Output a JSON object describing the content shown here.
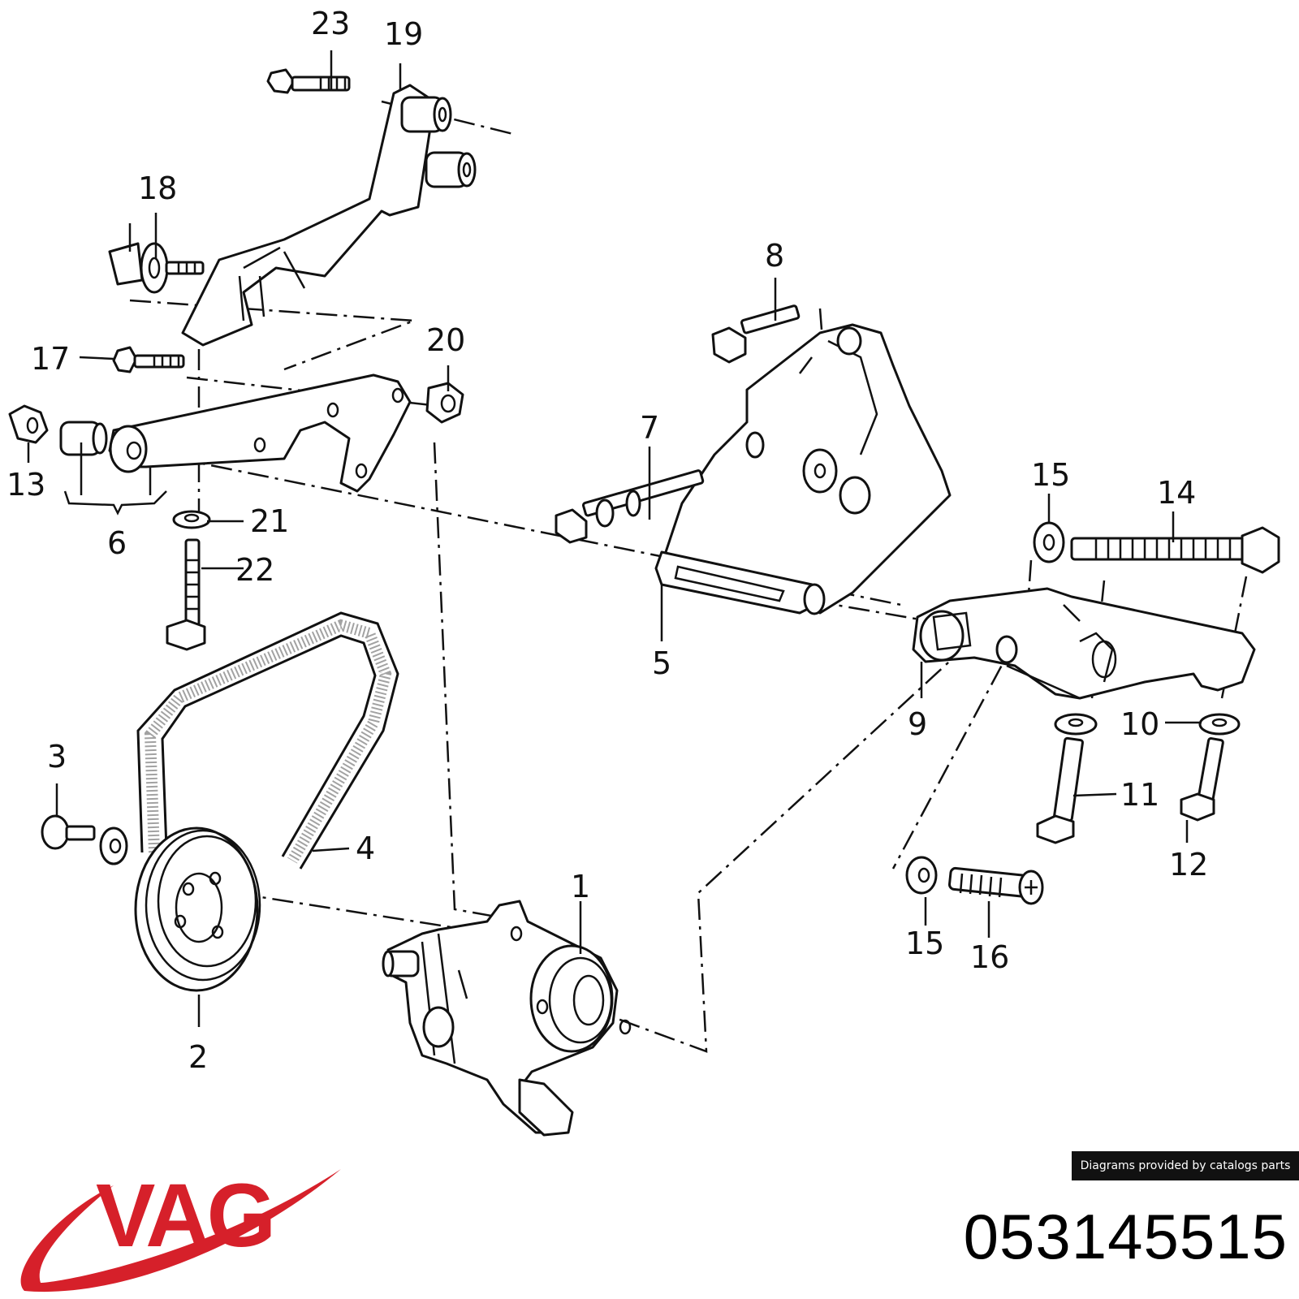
{
  "callouts": [
    "23",
    "19",
    "18",
    "8",
    "17",
    "20",
    "13",
    "7",
    "15",
    "14",
    "6",
    "21",
    "22",
    "5",
    "9",
    "10",
    "3",
    "11",
    "4",
    "12",
    "1",
    "15",
    "16",
    "2"
  ],
  "credit": "Diagrams provided by catalogs parts",
  "brand": {
    "name": "VAG",
    "color": "#d6202a"
  },
  "part_number": "053145515"
}
